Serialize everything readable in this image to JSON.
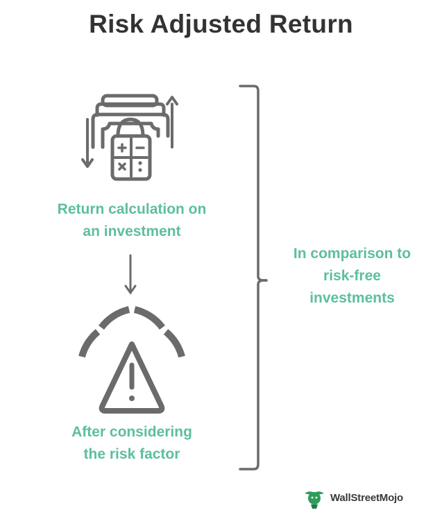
{
  "title": "Risk Adjusted Return",
  "steps": [
    {
      "label_line1": "Return calculation on",
      "label_line2": "an investment",
      "icon": "money-calculator-icon"
    },
    {
      "label_line1": "After considering",
      "label_line2": "the risk factor",
      "icon": "risk-gauge-warning-icon"
    }
  ],
  "comparison": {
    "line1": "In comparison to",
    "line2": "risk-free",
    "line3": "investments"
  },
  "brand": {
    "name": "WallStreetMojo"
  },
  "colors": {
    "title": "#333333",
    "accent": "#5cbf9c",
    "icon_stroke": "#6b6b6b",
    "logo_green": "#2e9d5a"
  }
}
